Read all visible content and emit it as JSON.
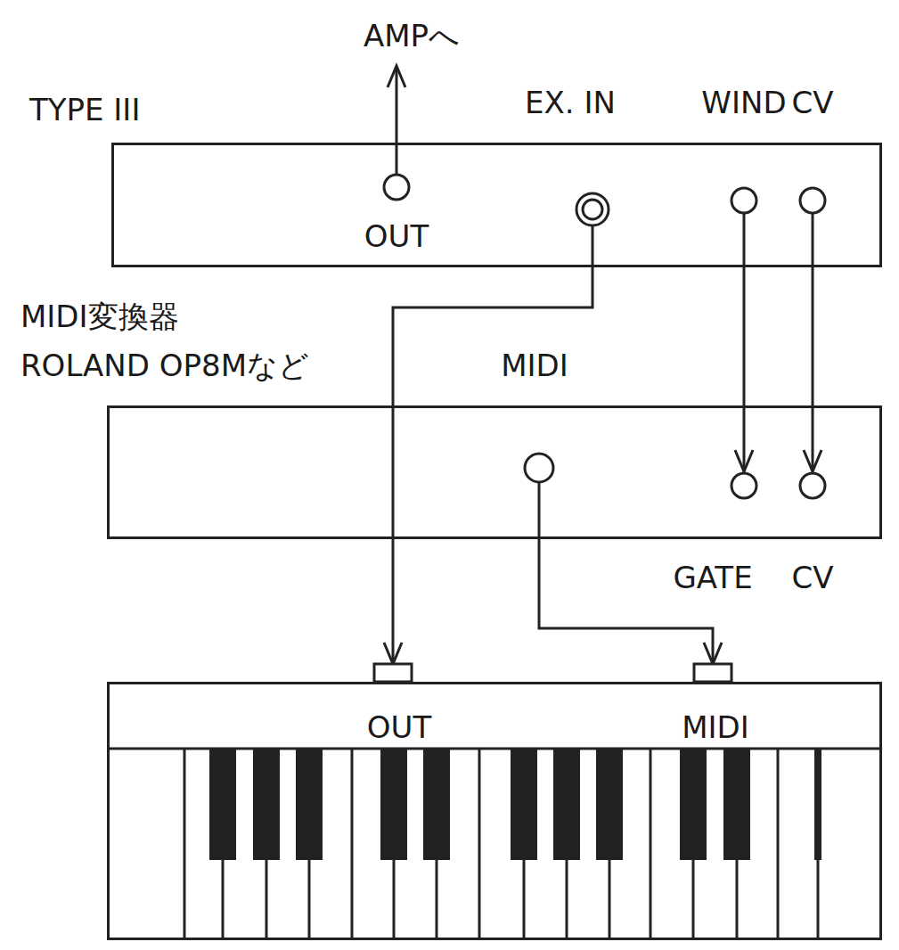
{
  "diagram": {
    "nodes": [
      {
        "text": [
          "TYPE III"
        ]
      },
      {
        "text": [
          "MIDI変換器 ROLAND OP8Mなど"
        ]
      },
      {
        "text": [
          "OUT",
          "MIDI"
        ]
      }
    ],
    "edges": [
      {
        "from": 0,
        "to": 2,
        "arrow": "to"
      },
      {
        "from": 0,
        "to": 1,
        "arrow": "to"
      },
      {
        "from": 0,
        "to": 1,
        "arrow": "to"
      },
      {
        "from": 1,
        "to": 2,
        "arrow": "to"
      }
    ],
    "labels": [
      "AMPへ",
      "EX. IN",
      "WIND",
      "CV",
      "OUT",
      "MIDI",
      "GATE",
      "CV"
    ]
  }
}
